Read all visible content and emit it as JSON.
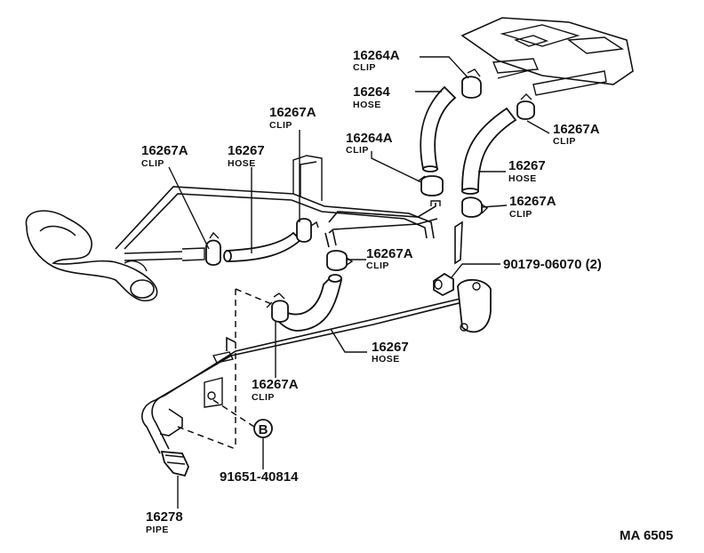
{
  "diagram_code": "MA 6505",
  "callouts": [
    {
      "id": "c1",
      "part": "16264A",
      "name": "CLIP"
    },
    {
      "id": "c2",
      "part": "16264",
      "name": "HOSE"
    },
    {
      "id": "c3",
      "part": "16267A",
      "name": "CLIP"
    },
    {
      "id": "c4",
      "part": "16267A",
      "name": "CLIP"
    },
    {
      "id": "c5",
      "part": "16264A",
      "name": "CLIP"
    },
    {
      "id": "c6",
      "part": "16267",
      "name": "HOSE"
    },
    {
      "id": "c7",
      "part": "16267A",
      "name": "CLIP"
    },
    {
      "id": "c8",
      "part": "16267",
      "name": "HOSE"
    },
    {
      "id": "c9",
      "part": "16267A",
      "name": "CLIP"
    },
    {
      "id": "c10",
      "part": "16267A",
      "name": "CLIP"
    },
    {
      "id": "c11",
      "part": "90179-06070 (2)",
      "name": ""
    },
    {
      "id": "c12",
      "part": "16267",
      "name": "HOSE"
    },
    {
      "id": "c13",
      "part": "16267A",
      "name": "CLIP"
    },
    {
      "id": "c14",
      "part": "91651-40814",
      "name": ""
    },
    {
      "id": "c15",
      "part": "16278",
      "name": "PIPE"
    }
  ],
  "bolt_marker": "B"
}
